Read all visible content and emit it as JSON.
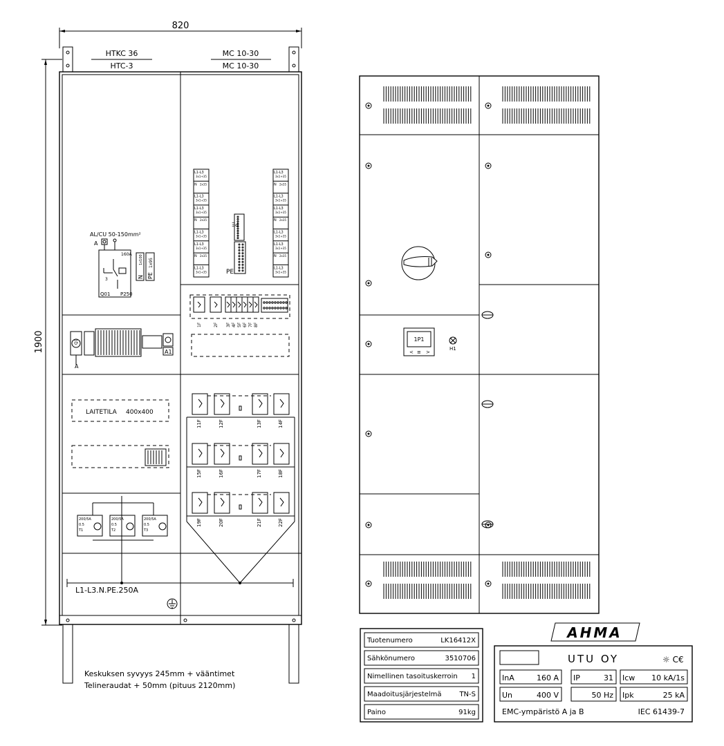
{
  "left_view": {
    "width_dim": "820",
    "height_dim": "1900",
    "top_left": [
      "HTKC 36",
      "HTC-3"
    ],
    "top_right": [
      "MC 10-30",
      "MC 10-30"
    ],
    "main_switch_label": "AL/CU 50-150mm²",
    "main_switch_A": "A",
    "main_switch_rating": "160A",
    "main_switch_poles": "3",
    "main_switch_ids": [
      "Q01",
      "P250"
    ],
    "n_label": "N",
    "n_sub": "1x100",
    "pe_label": "PE",
    "pe_sub": "1x95",
    "busbar_left_labels": [
      "L1-L3",
      "N",
      "L1-L3",
      "L1-L3",
      "N",
      "L1-L3",
      "L1-L3",
      "N",
      "L1-L3"
    ],
    "busbar_right_labels": [
      "L1-L3",
      "N",
      "L1-L3",
      "L1-L3",
      "N",
      "L1-L3",
      "L1-L3",
      "N",
      "L1-L3"
    ],
    "busbar_sub_labels": [
      "3x1+35",
      "2x35",
      "3x1+35"
    ],
    "pe_bar_label": "PE",
    "pe_bar_label2": "PE",
    "rail1_breakers": [
      "1F",
      "2F",
      "3F",
      "4F",
      "5F",
      "6F",
      "7F",
      "8F"
    ],
    "meter_id": "Q1",
    "meter_side": "A",
    "a1_label": "A1",
    "equipment_label": "LAITETILA",
    "equipment_size": "400x400",
    "breakers_row1": [
      "11F",
      "12F",
      "13F",
      "14F"
    ],
    "breakers_row2": [
      "15F",
      "16F",
      "17F",
      "18F"
    ],
    "breakers_row3": [
      "19F",
      "20F",
      "21F",
      "22F"
    ],
    "ct_labels": [
      {
        "ratio": "200/5A",
        "cls": "0.5",
        "id": "T1"
      },
      {
        "ratio": "200/5A",
        "cls": "0.5",
        "id": "T2"
      },
      {
        "ratio": "200/5A",
        "cls": "0.5",
        "id": "T3"
      }
    ],
    "bus_label": "L1-L3.N.PE.250A",
    "note_line1": "Keskuksen syvyys 245mm + vääntimet",
    "note_line2": "Telineraudat + 50mm (pituus 2120mm)"
  },
  "front_view": {
    "meter_label": "1P1",
    "meter_controls": [
      "<",
      "≡",
      ">"
    ],
    "lamp_label": "H1"
  },
  "product_table": [
    {
      "label": "Tuotenumero",
      "value": "LK16412X"
    },
    {
      "label": "Sähkönumero",
      "value": "3510706"
    },
    {
      "label": "Nimellinen tasoituskerroin",
      "value": "1"
    },
    {
      "label": "Maadoitusjärjestelmä",
      "value": "TN-S"
    },
    {
      "label": "Paino",
      "value": "91kg"
    }
  ],
  "rating_plate": {
    "brand": "AHMA",
    "company": "UTU OY",
    "marks": "☼ C€",
    "row1": [
      {
        "k": "InA",
        "v": "160 A"
      },
      {
        "k": "IP",
        "v": "31"
      },
      {
        "k": "Icw",
        "v": "10 kA/1s"
      }
    ],
    "row2": [
      {
        "k": "Un",
        "v": "400 V"
      },
      {
        "k": "",
        "v": "50 Hz"
      },
      {
        "k": "Ipk",
        "v": "25 kA"
      }
    ],
    "footer_left": "EMC-ympäristö A ja B",
    "footer_right": "IEC 61439-7"
  }
}
